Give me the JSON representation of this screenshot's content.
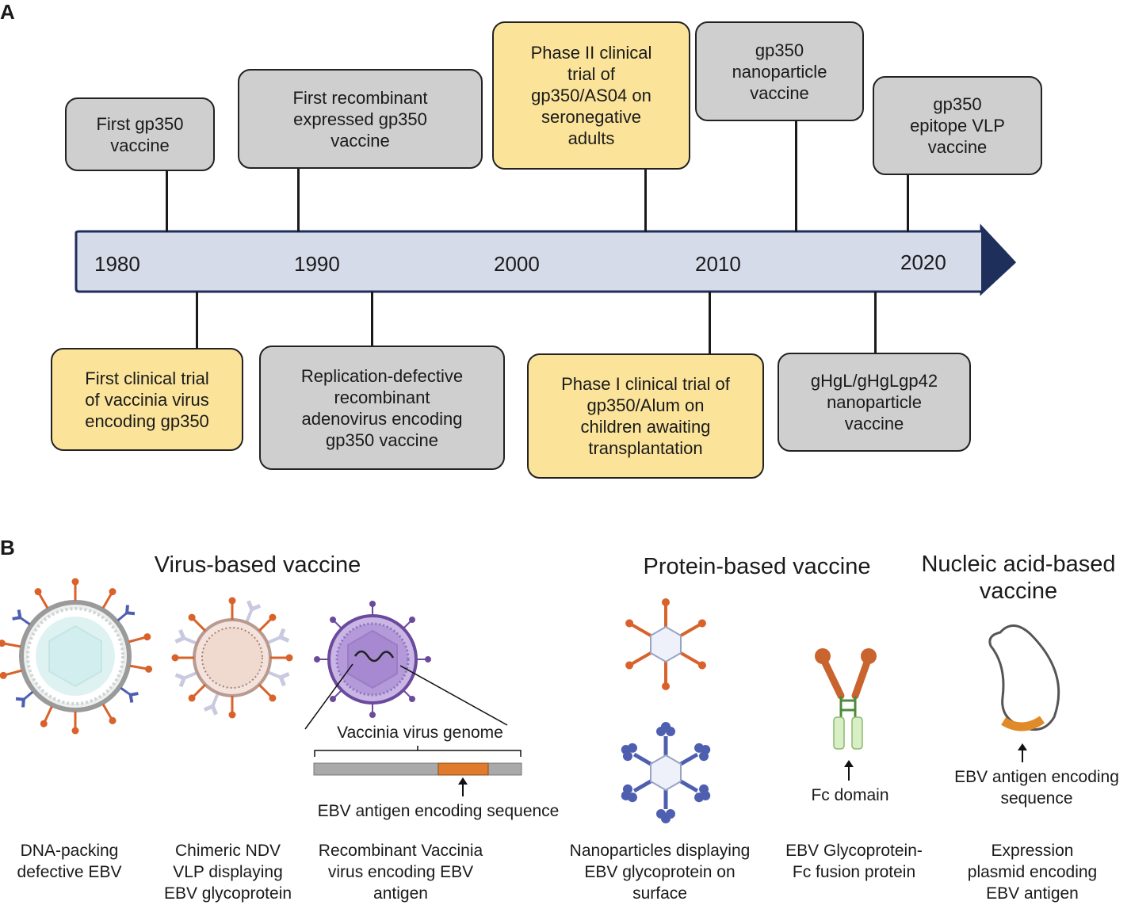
{
  "panel_a": {
    "letter": "A",
    "years": [
      "1980",
      "1990",
      "2000",
      "2010",
      "2020"
    ],
    "events_top": [
      {
        "text": "First gp350\nvaccine",
        "style": "grey"
      },
      {
        "text": "First recombinant\nexpressed gp350\nvaccine",
        "style": "grey"
      },
      {
        "text": "Phase II clinical\ntrial of\ngp350/AS04 on\nseronegative\nadults",
        "style": "yellow"
      },
      {
        "text": "gp350\nnanoparticle\nvaccine",
        "style": "grey"
      },
      {
        "text": "gp350\nepitope VLP\nvaccine",
        "style": "grey"
      }
    ],
    "events_bottom": [
      {
        "text": "First clinical trial\nof vaccinia virus\nencoding gp350",
        "style": "yellow"
      },
      {
        "text": "Replication-defective\nrecombinant\nadenovirus encoding\ngp350 vaccine",
        "style": "grey"
      },
      {
        "text": "Phase I clinical trial of\ngp350/Alum on\nchildren awaiting\ntransplantation",
        "style": "yellow"
      },
      {
        "text": "gHgL/gHgLgp42\nnanoparticle\nvaccine",
        "style": "grey"
      }
    ],
    "colors": {
      "timeline_fill": "#d5dbe8",
      "timeline_border": "#1f2f5c",
      "grey_box": "#cfcfcf",
      "yellow_box": "#fbe49a"
    }
  },
  "panel_b": {
    "letter": "B",
    "headings": {
      "virus": "Virus-based vaccine",
      "protein": "Protein-based vaccine",
      "nucleic": "Nucleic acid-based\nvaccine"
    },
    "labels": {
      "genome": "Vaccinia virus genome",
      "ebv_seq": "EBV antigen encoding sequence",
      "fc_domain": "Fc domain",
      "ebv_seq_plasmid": "EBV antigen encoding\nsequence"
    },
    "captions": [
      "DNA-packing\ndefective EBV",
      "Chimeric NDV\nVLP displaying\nEBV glycoprotein",
      "Recombinant Vaccinia\nvirus encoding EBV\nantigen",
      "Nanoparticles displaying\nEBV glycoprotein on\nsurface",
      "EBV Glycoprotein-\nFc fusion protein",
      "Expression\nplasmid encoding\nEBV antigen"
    ],
    "icons": [
      "ebv-virion-icon",
      "ndv-vlp-icon",
      "vaccinia-virion-icon",
      "nanoparticle-orange-icon",
      "nanoparticle-blue-icon",
      "fc-fusion-protein-icon",
      "plasmid-icon"
    ],
    "colors": {
      "orange": "#d9622b",
      "blue": "#4f5fb0",
      "purple": "#6b4a9e",
      "antigen_bar": "#e07b2e"
    }
  }
}
